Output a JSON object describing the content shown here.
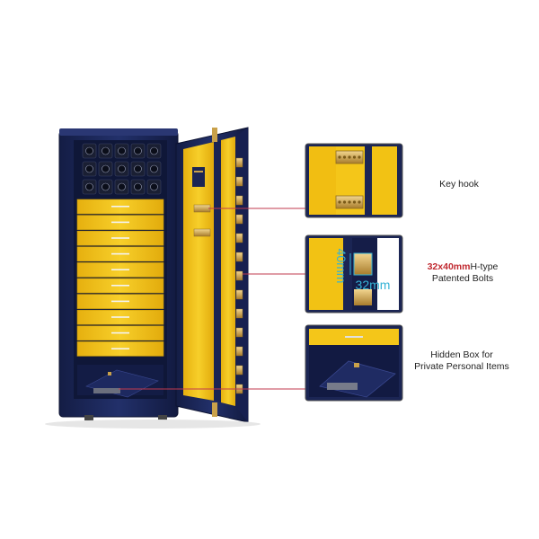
{
  "callouts": {
    "key_hook": {
      "label": "Key hook"
    },
    "bolts": {
      "size": "32x40mm",
      "type": "H-type",
      "line2": "Patented Bolts",
      "dim_height": "40mm",
      "dim_width": "32mm"
    },
    "hidden_box": {
      "line1": "Hidden Box for",
      "line2": "Private Personal Items"
    }
  },
  "colors": {
    "navy": "#1b2554",
    "navy_dark": "#0f1738",
    "yellow": "#f5c518",
    "yellow_dark": "#d9a90c",
    "gold": "#c9a14a",
    "callout_line": "#c23a4e",
    "dim_cyan": "#35b3d6",
    "accent_red": "#c0282f"
  },
  "icons": [
    "watch-winder-icon",
    "key-hook-icon",
    "bolt-icon"
  ]
}
